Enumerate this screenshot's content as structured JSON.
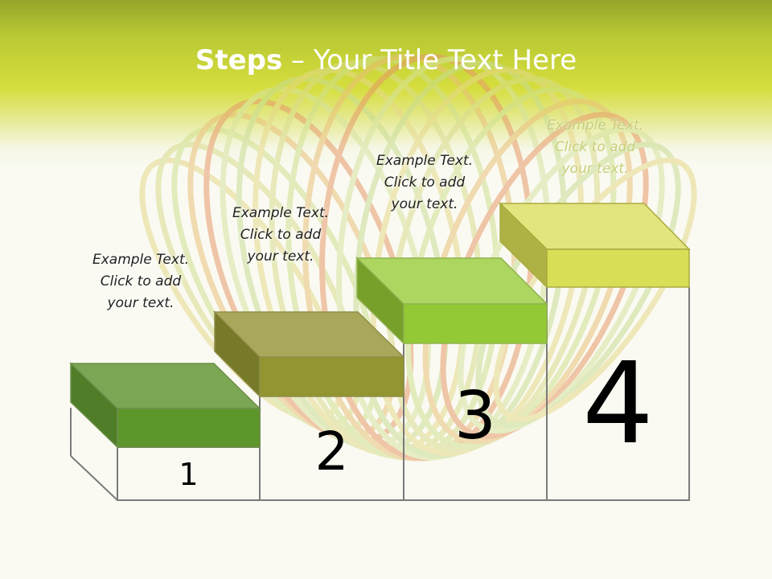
{
  "title": {
    "bold": "Steps",
    "rest": " – Your Title Text Here"
  },
  "steps": [
    {
      "number": "1",
      "caption": [
        "Example Text.",
        "Click  to add",
        "your text."
      ]
    },
    {
      "number": "2",
      "caption": [
        "Example Text.",
        "Click  to add",
        "your text."
      ]
    },
    {
      "number": "3",
      "caption": [
        "Example Text.",
        "Click  to add",
        "your text."
      ]
    },
    {
      "number": "4",
      "caption": [
        "Example Text.",
        "Click  to add",
        "your text."
      ]
    }
  ],
  "colors": {
    "header_top": "#96a52a",
    "header_band": "#d6de3e",
    "step1": {
      "top": "#7ba653",
      "front": "#5d962a",
      "side": "#4f7d28"
    },
    "step2": {
      "top": "#a9a85a",
      "front": "#929530",
      "side": "#777a28"
    },
    "step3": {
      "top": "#acd65f",
      "front": "#93c934",
      "side": "#77a02a"
    },
    "step4": {
      "top": "#e2e57e",
      "front": "#d8df56",
      "side": "#aeb244"
    }
  }
}
